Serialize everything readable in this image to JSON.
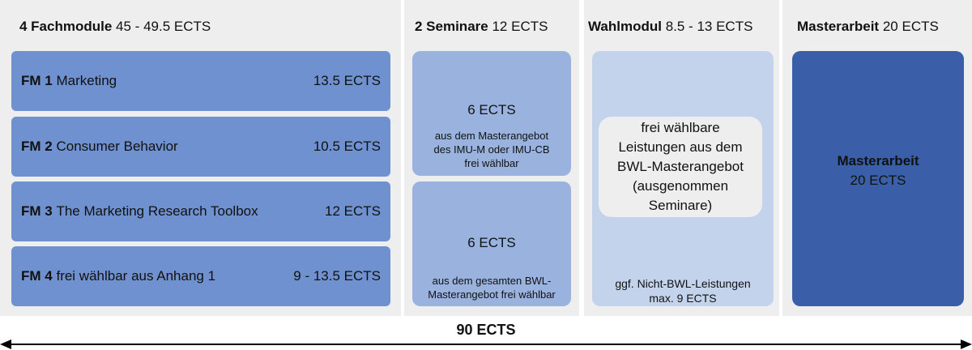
{
  "fachmodule": {
    "title_bold": "4 Fachmodule",
    "title_rest": "45 - 49.5 ECTS",
    "items": [
      {
        "code": "FM 1",
        "name": "Marketing",
        "ects": "13.5 ECTS"
      },
      {
        "code": "FM 2",
        "name": "Consumer Behavior",
        "ects": "10.5 ECTS"
      },
      {
        "code": "FM 3",
        "name": "The Marketing Research Toolbox",
        "ects": "12 ECTS"
      },
      {
        "code": "FM 4",
        "name": "frei wählbar aus Anhang 1",
        "ects": "9 - 13.5 ECTS"
      }
    ]
  },
  "seminare": {
    "title_bold": "2 Seminare",
    "title_rest": "12 ECTS",
    "items": [
      {
        "ects": "6 ECTS",
        "note_lines": [
          "aus dem Masterangebot",
          "des IMU-M oder IMU-CB",
          "frei wählbar"
        ]
      },
      {
        "ects": "6 ECTS",
        "note_lines": [
          "aus dem gesamten BWL-",
          "Masterangebot frei wählbar"
        ]
      }
    ]
  },
  "wahlmodul": {
    "title_bold": "Wahlmodul",
    "title_rest": "8.5 - 13 ECTS",
    "bubble_lines": [
      "frei wählbare",
      "Leistungen aus dem",
      "BWL-Masterangebot",
      "(ausgenommen",
      "Seminare)"
    ],
    "note_lines": [
      "ggf. Nicht-BWL-Leistungen",
      "max. 9 ECTS"
    ]
  },
  "masterarbeit": {
    "title_bold": "Masterarbeit",
    "title_rest": "20 ECTS",
    "card_title": "Masterarbeit",
    "card_ects": "20 ECTS"
  },
  "total": "90 ECTS",
  "colors": {
    "column_bg": "#eeeeee",
    "fm_card": "#6f91cf",
    "seminar_card": "#9ab3de",
    "wahl_card": "#c4d3ec",
    "master_card": "#3a5fa8"
  }
}
